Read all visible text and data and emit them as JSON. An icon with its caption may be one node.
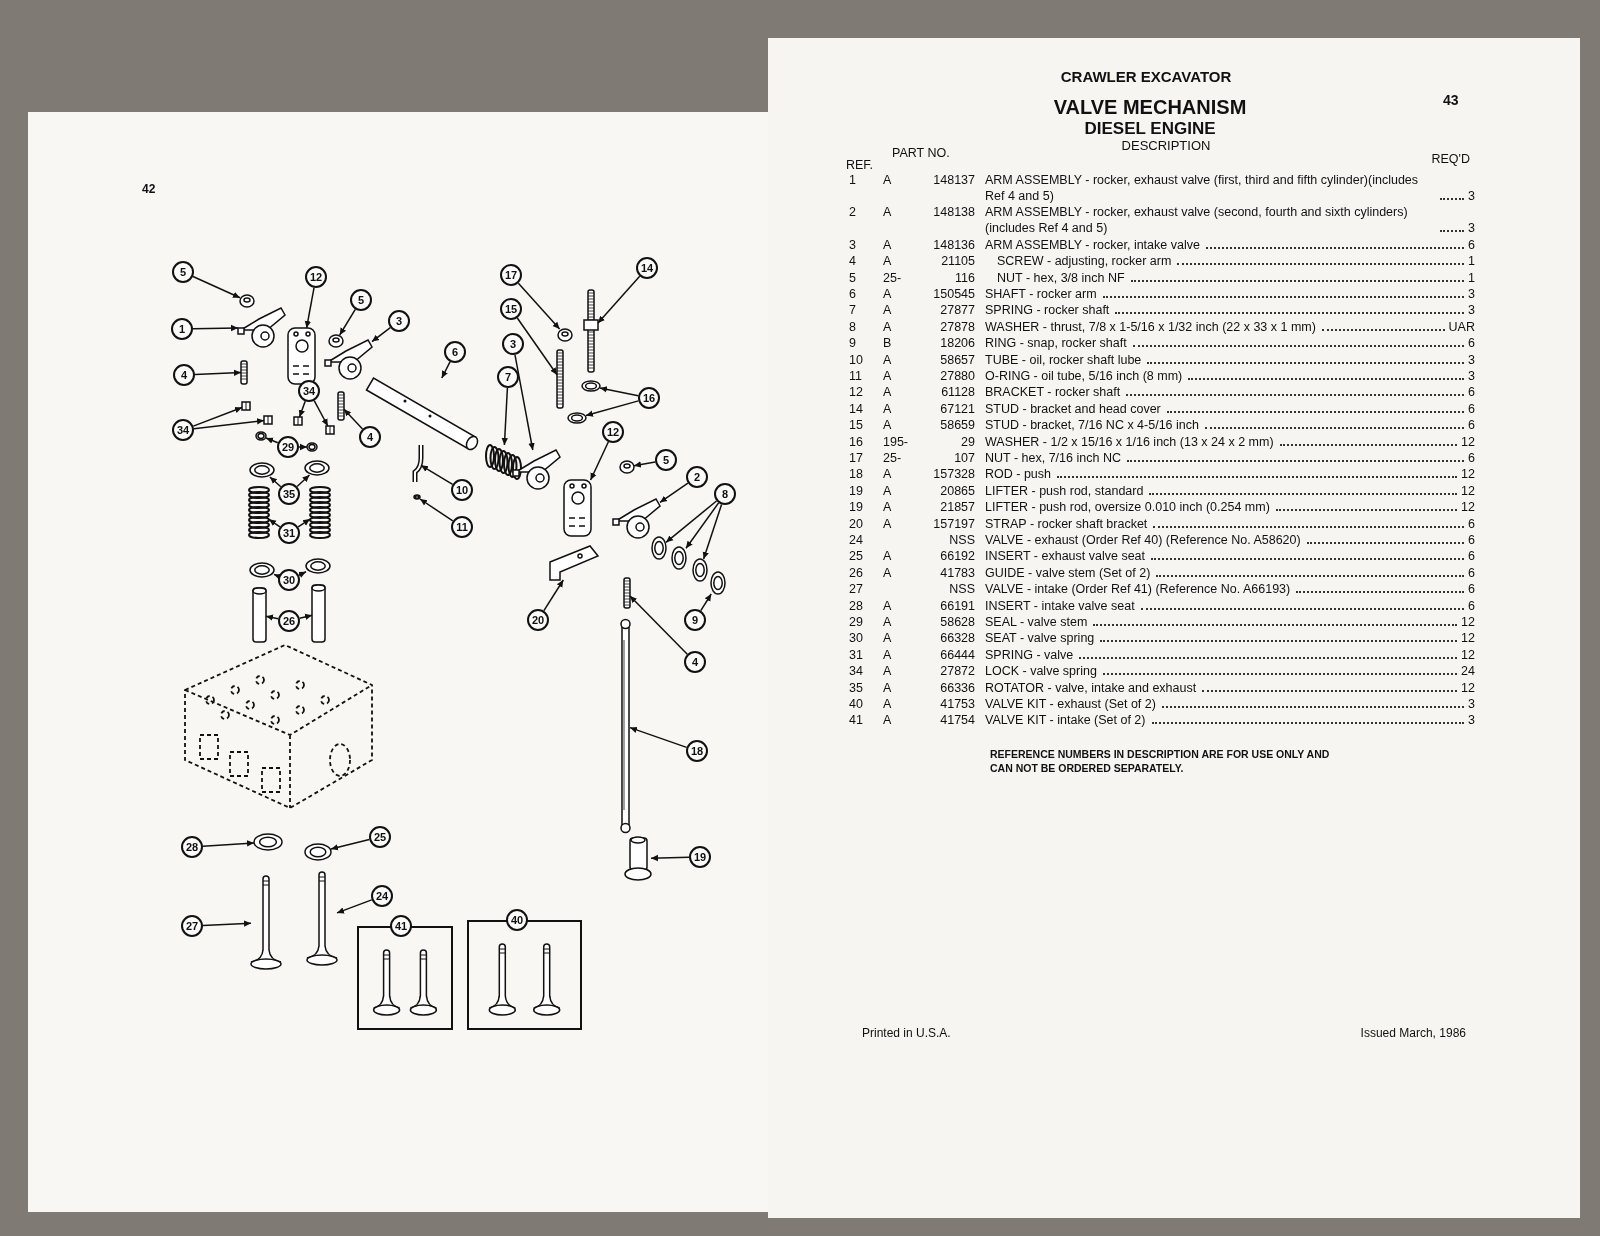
{
  "diagram": {
    "title": "VALVE MECHANISM",
    "nodes": [
      {
        "text": [
          "14"
        ]
      },
      {
        "text": [
          "5"
        ]
      },
      {
        "text": [
          "17"
        ]
      },
      {
        "text": [
          "12"
        ]
      },
      {
        "text": [
          "5"
        ]
      },
      {
        "text": [
          "15"
        ]
      },
      {
        "text": [
          "3"
        ]
      },
      {
        "text": [
          "1"
        ]
      },
      {
        "text": [
          "3"
        ]
      },
      {
        "text": [
          "6"
        ]
      },
      {
        "text": [
          "4"
        ]
      },
      {
        "text": [
          "7"
        ]
      },
      {
        "text": [
          "34"
        ]
      },
      {
        "text": [
          "16"
        ]
      },
      {
        "text": [
          "34"
        ]
      },
      {
        "text": [
          "12"
        ]
      },
      {
        "text": [
          "4"
        ]
      },
      {
        "text": [
          "29"
        ]
      },
      {
        "text": [
          "5"
        ]
      },
      {
        "text": [
          "2"
        ]
      },
      {
        "text": [
          "10"
        ]
      },
      {
        "text": [
          "35"
        ]
      },
      {
        "text": [
          "8"
        ]
      },
      {
        "text": [
          "11"
        ]
      },
      {
        "text": [
          "31"
        ]
      },
      {
        "text": [
          "30"
        ]
      },
      {
        "text": [
          "20"
        ]
      },
      {
        "text": [
          "26"
        ]
      },
      {
        "text": [
          "9"
        ]
      },
      {
        "text": [
          "4"
        ]
      },
      {
        "text": [
          "18"
        ]
      },
      {
        "text": [
          "25"
        ]
      },
      {
        "text": [
          "28"
        ]
      },
      {
        "text": [
          "19"
        ]
      },
      {
        "text": [
          "24"
        ]
      },
      {
        "text": [
          "40"
        ]
      },
      {
        "text": [
          "27"
        ]
      },
      {
        "text": [
          "41"
        ]
      },
      {
        "text": [],
        "shape": "picture"
      },
      {
        "text": [],
        "shape": "picture"
      },
      {
        "text": [],
        "shape": "picture"
      },
      {
        "text": [],
        "shape": "picture"
      },
      {
        "text": [],
        "shape": "picture"
      },
      {
        "text": [],
        "shape": "picture"
      },
      {
        "text": [],
        "shape": "picture"
      },
      {
        "text": [],
        "shape": "picture"
      },
      {
        "text": [],
        "shape": "picture"
      },
      {
        "text": [],
        "shape": "picture"
      },
      {
        "text": [],
        "shape": "picture"
      },
      {
        "text": [],
        "shape": "picture"
      },
      {
        "text": [],
        "shape": "picture"
      },
      {
        "text": [],
        "shape": "picture"
      },
      {
        "text": [],
        "shape": "picture"
      },
      {
        "text": [],
        "shape": "picture"
      },
      {
        "text": [],
        "shape": "picture"
      },
      {
        "text": [],
        "shape": "picture"
      },
      {
        "text": [],
        "shape": "picture"
      },
      {
        "text": [],
        "shape": "picture"
      },
      {
        "text": [],
        "shape": "picture"
      },
      {
        "text": [],
        "shape": "picture"
      },
      {
        "text": [],
        "shape": "picture"
      },
      {
        "text": [],
        "shape": "picture"
      },
      {
        "text": [],
        "shape": "picture"
      },
      {
        "text": [],
        "shape": "picture"
      },
      {
        "text": [],
        "shape": "picture"
      },
      {
        "text": [],
        "shape": "picture"
      },
      {
        "text": [],
        "shape": "picture"
      },
      {
        "text": [],
        "shape": "picture"
      },
      {
        "text": [],
        "shape": "picture"
      },
      {
        "text": [],
        "shape": "picture"
      },
      {
        "text": [],
        "shape": "picture"
      },
      {
        "text": [],
        "shape": "picture"
      },
      {
        "text": [],
        "shape": "picture"
      },
      {
        "text": [],
        "shape": "picture"
      },
      {
        "text": [],
        "shape": "picture"
      },
      {
        "text": [],
        "shape": "picture"
      },
      {
        "text": [],
        "shape": "picture"
      },
      {
        "text": [],
        "shape": "picture"
      },
      {
        "text": [],
        "shape": "picture"
      },
      {
        "text": [],
        "shape": "picture"
      },
      {
        "text": [],
        "shape": "picture"
      },
      {
        "text": [],
        "shape": "picture"
      },
      {
        "text": [],
        "shape": "picture"
      },
      {
        "text": [],
        "shape": "picture"
      }
    ],
    "edges": [
      {
        "from": 0,
        "to": 53,
        "arrow": "to"
      },
      {
        "from": 1,
        "to": 38,
        "arrow": "to"
      },
      {
        "from": 2,
        "to": 54,
        "arrow": "to"
      },
      {
        "from": 3,
        "to": 40,
        "arrow": "to"
      },
      {
        "from": 4,
        "to": 41,
        "arrow": "to"
      },
      {
        "from": 5,
        "to": 52,
        "arrow": "to"
      },
      {
        "from": 6,
        "to": 42,
        "arrow": "to"
      },
      {
        "from": 7,
        "to": 39,
        "arrow": "to"
      },
      {
        "from": 8,
        "to": 58,
        "arrow": "to"
      },
      {
        "from": 9,
        "to": 51,
        "arrow": "to"
      },
      {
        "from": 10,
        "to": 43,
        "arrow": "to"
      },
      {
        "from": 11,
        "to": 57,
        "arrow": "to"
      },
      {
        "from": 12,
        "to": 46,
        "arrow": "to"
      },
      {
        "from": 12,
        "to": 47,
        "arrow": "to"
      },
      {
        "from": 13,
        "to": 55,
        "arrow": "to"
      },
      {
        "from": 13,
        "to": 56,
        "arrow": "to"
      },
      {
        "from": 14,
        "to": 44,
        "arrow": "to"
      },
      {
        "from": 14,
        "to": 45,
        "arrow": "to"
      },
      {
        "from": 15,
        "to": 59,
        "arrow": "to"
      },
      {
        "from": 16,
        "to": 48,
        "arrow": "to"
      },
      {
        "from": 17,
        "to": 49,
        "arrow": "to"
      },
      {
        "from": 17,
        "to": 50,
        "arrow": "to"
      },
      {
        "from": 18,
        "to": 60,
        "arrow": "to"
      },
      {
        "from": 19,
        "to": 61,
        "arrow": "to"
      },
      {
        "from": 20,
        "to": 67,
        "arrow": "to"
      },
      {
        "from": 21,
        "to": 69,
        "arrow": "to"
      },
      {
        "from": 21,
        "to": 70,
        "arrow": "to"
      },
      {
        "from": 22,
        "to": 62,
        "arrow": "to"
      },
      {
        "from": 22,
        "to": 63,
        "arrow": "to"
      },
      {
        "from": 22,
        "to": 64,
        "arrow": "to"
      },
      {
        "from": 23,
        "to": 68,
        "arrow": "to"
      },
      {
        "from": 24,
        "to": 71,
        "arrow": "to"
      },
      {
        "from": 24,
        "to": 72,
        "arrow": "to"
      },
      {
        "from": 25,
        "to": 73,
        "arrow": "to"
      },
      {
        "from": 25,
        "to": 74,
        "arrow": "to"
      },
      {
        "from": 26,
        "to": 66,
        "arrow": "to"
      },
      {
        "from": 27,
        "to": 75,
        "arrow": "to"
      },
      {
        "from": 27,
        "to": 76,
        "arrow": "to"
      },
      {
        "from": 28,
        "to": 65,
        "arrow": "to"
      },
      {
        "from": 29,
        "to": 77,
        "arrow": "to"
      },
      {
        "from": 30,
        "to": 78,
        "arrow": "to"
      },
      {
        "from": 31,
        "to": 81,
        "arrow": "to"
      },
      {
        "from": 32,
        "to": 80,
        "arrow": "to"
      },
      {
        "from": 33,
        "to": 79,
        "arrow": "to"
      },
      {
        "from": 34,
        "to": 83,
        "arrow": "to"
      },
      {
        "from": 36,
        "to": 82,
        "arrow": "to"
      }
    ],
    "labels": [
      "42",
      "CRAWLER EXCAVATOR",
      "43",
      "DIESEL ENGINE",
      "DESCRIPTION",
      "REF.",
      "PART NO.",
      "REQ'D",
      "1",
      "A",
      "148137",
      "ARM ASSEMBLY - rocker, exhaust valve (first, third and fifth cylinder)(includes Ref 4 and 5)",
      "3",
      "2",
      "A",
      "148138",
      "ARM ASSEMBLY - rocker, exhaust valve (second, fourth and sixth cylinders)(includes Ref 4 and 5)",
      "3",
      "3",
      "A",
      "148136",
      "ARM ASSEMBLY - rocker, intake valve",
      "6",
      "4",
      "A",
      "21105",
      "SCREW - adjusting, rocker arm",
      "1",
      "5",
      "25-",
      "116",
      "NUT - hex, 3/8 inch NF",
      "1",
      "6",
      "A",
      "150545",
      "SHAFT - rocker arm",
      "3",
      "7",
      "A",
      "27877",
      "SPRING - rocker shaft",
      "3",
      "8",
      "A",
      "27878",
      "WASHER - thrust, 7/8 x 1-5/16 x 1/32 inch (22 x 33 x 1 mm)",
      "UAR",
      "9",
      "B",
      "18206",
      "RING - snap, rocker shaft",
      "6",
      "10",
      "A",
      "58657",
      "TUBE - oil, rocker shaft lube",
      "3",
      "11",
      "A",
      "27880",
      "O-RING - oil tube, 5/16 inch (8 mm)",
      "3",
      "12",
      "A",
      "61128",
      "BRACKET - rocker shaft",
      "6",
      "14",
      "A",
      "67121",
      "STUD - bracket and head cover",
      "6",
      "15",
      "A",
      "58659",
      "STUD - bracket, 7/16 NC x 4-5/16 inch",
      "6",
      "16",
      "195-",
      "29",
      "WASHER - 1/2 x 15/16 x 1/16 inch (13 x 24 x 2 mm)",
      "12",
      "17",
      "25-",
      "107",
      "NUT - hex, 7/16 inch NC",
      "6",
      "18",
      "A",
      "157328",
      "ROD - push",
      "12",
      "19",
      "A",
      "20865",
      "LIFTER - push rod, standard",
      "12",
      "19",
      "A",
      "21857",
      "LIFTER - push rod, oversize 0.010 inch (0.254 mm)",
      "12",
      "20",
      "A",
      "157197",
      "STRAP - rocker shaft bracket",
      "6",
      "24",
      "NSS",
      "VALVE - exhaust (Order Ref 40) (Reference No. A58620)",
      "6",
      "25",
      "A",
      "66192",
      "INSERT - exhaust valve seat",
      "6",
      "26",
      "A",
      "41783",
      "GUIDE - valve stem (Set of 2)",
      "6",
      "27",
      "NSS",
      "VALVE - intake (Order Ref 41) (Reference No. A66193)",
      "6",
      "28",
      "A",
      "66191",
      "INSERT - intake valve seat",
      "6",
      "29",
      "A",
      "58628",
      "SEAL - valve stem",
      "12",
      "30",
      "A",
      "66328",
      "SEAT - valve spring",
      "12",
      "31",
      "A",
      "66444",
      "SPRING - valve",
      "12",
      "34",
      "A",
      "27872",
      "LOCK - valve spring",
      "24",
      "35",
      "A",
      "66336",
      "ROTATOR - valve, intake and exhaust",
      "12",
      "40",
      "A",
      "41753",
      "VALVE KIT - exhaust (Set of 2)",
      "3",
      "41",
      "A",
      "41754",
      "VALVE KIT - intake (Set of 2)",
      "3",
      "REFERENCE NUMBERS IN DESCRIPTION ARE FOR USE ONLY AND CAN NOT BE ORDERED SEPARATELY.",
      "Printed in U.S.A.",
      "Issued March, 1986"
    ]
  }
}
